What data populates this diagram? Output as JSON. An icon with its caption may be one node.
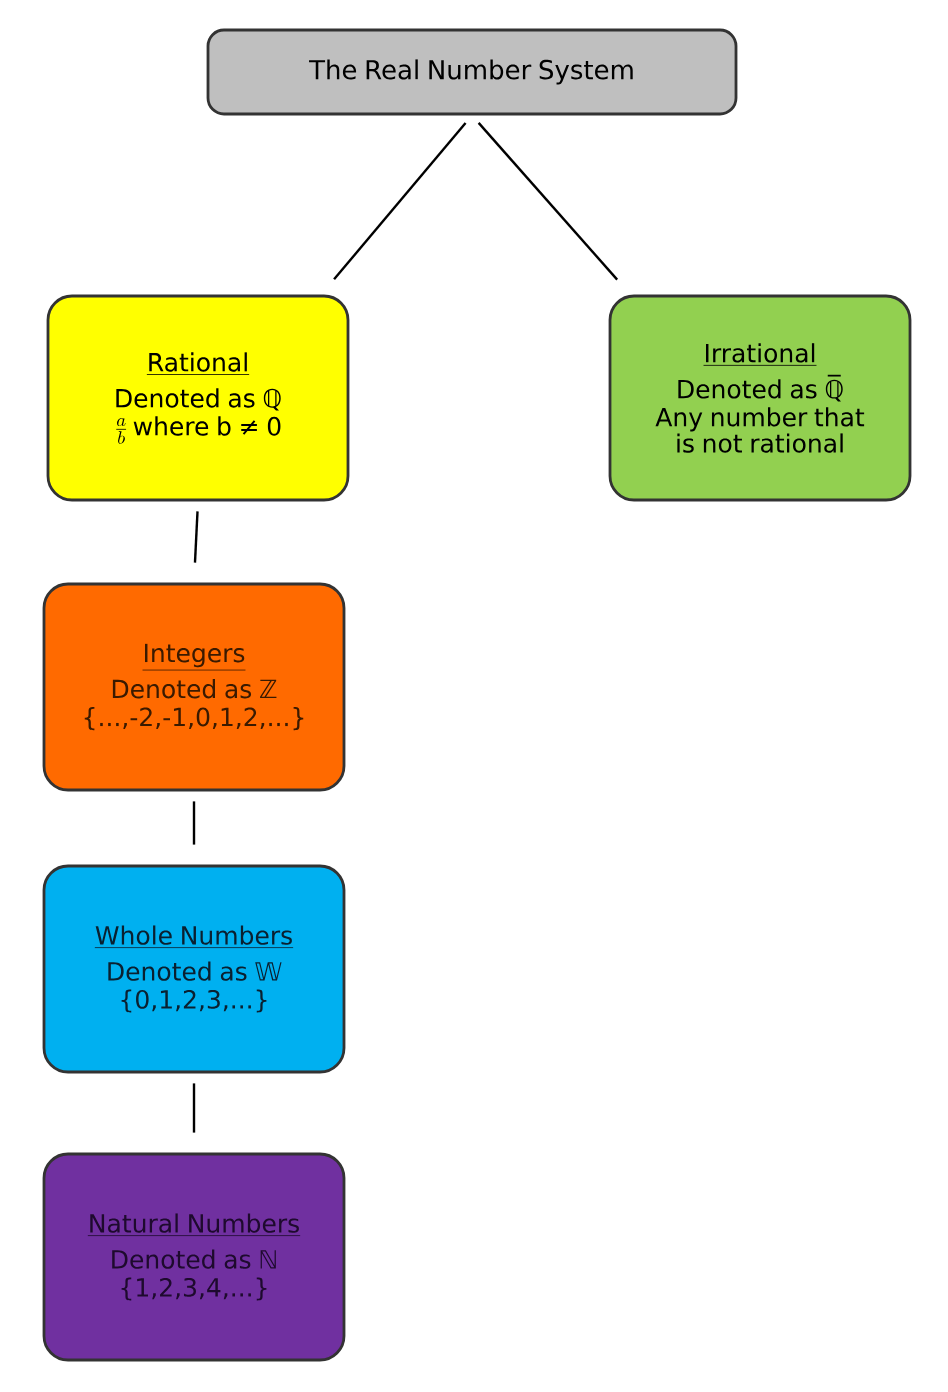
{
  "diagram": {
    "nodes": [
      {
        "text": [
          "The Real Number System"
        ]
      },
      {
        "text": [
          "Rational",
          "Denoted as ℚ",
          "\\frac{a}{b}",
          "where b ≠ 0"
        ]
      },
      {
        "text": [
          "Irrational",
          "Denoted as ℚ̅",
          "Any number that is not rational"
        ]
      },
      {
        "text": [
          "Integers",
          "Denoted as ℤ",
          "{...,-2,-1,0,1,2,...}"
        ]
      },
      {
        "text": [
          "Whole Numbers",
          "Denoted as 𝕎",
          "{0,1,2,3,...}"
        ]
      },
      {
        "text": [
          "Natural Numbers",
          "Denoted as ℕ",
          "{1,2,3,4,...}"
        ]
      }
    ],
    "edges": [
      {
        "from": 0,
        "to": 1,
        "arrow": "none"
      },
      {
        "from": 0,
        "to": 2,
        "arrow": "none"
      },
      {
        "from": 1,
        "to": 3,
        "arrow": "none"
      },
      {
        "from": 3,
        "to": 4,
        "arrow": "none"
      },
      {
        "from": 4,
        "to": 5,
        "arrow": "none"
      }
    ]
  }
}
